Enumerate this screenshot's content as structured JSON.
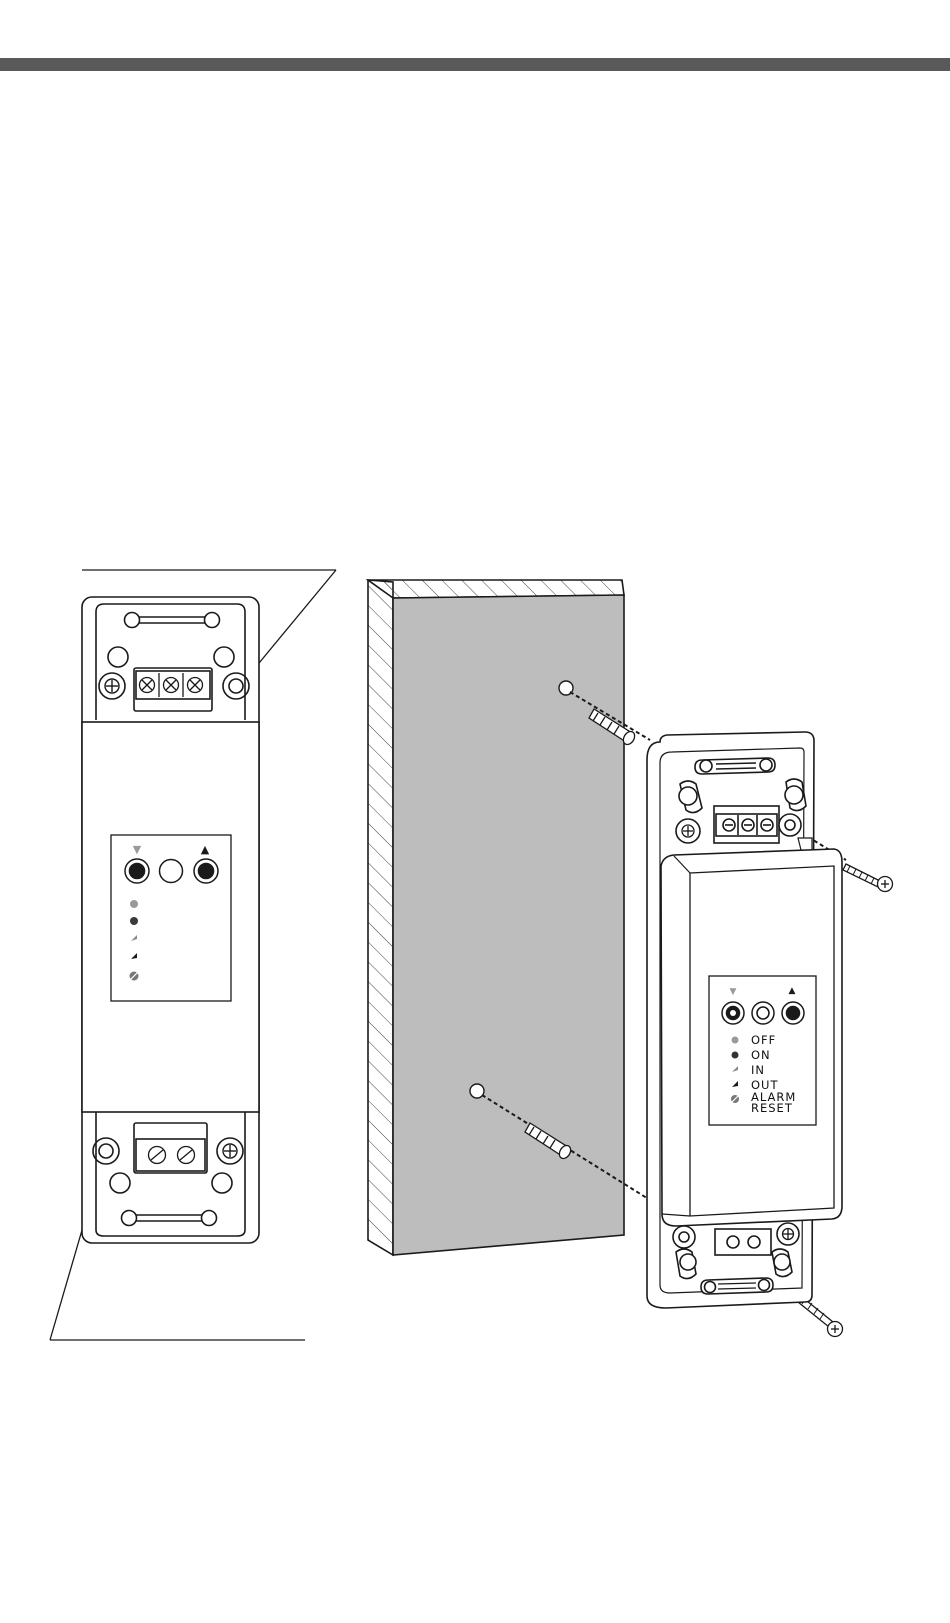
{
  "header": {
    "bar_color": "#58595b"
  },
  "device_panel": {
    "arrow_down": "▼",
    "arrow_up": "▲",
    "legend": [
      {
        "label": "OFF",
        "indicator": "light-grey-dot"
      },
      {
        "label": "ON",
        "indicator": "dark-dot"
      },
      {
        "label": "IN",
        "indicator": "light-slash"
      },
      {
        "label": "OUT",
        "indicator": "dark-slash"
      },
      {
        "label": "ALARM",
        "label2": "RESET",
        "indicator": "half-dot"
      }
    ]
  },
  "colors": {
    "wall": "#bdbdbd",
    "line": "#1a1a1a",
    "arrow_down": "#9a9a9a",
    "arrow_up": "#1a1a1a"
  }
}
